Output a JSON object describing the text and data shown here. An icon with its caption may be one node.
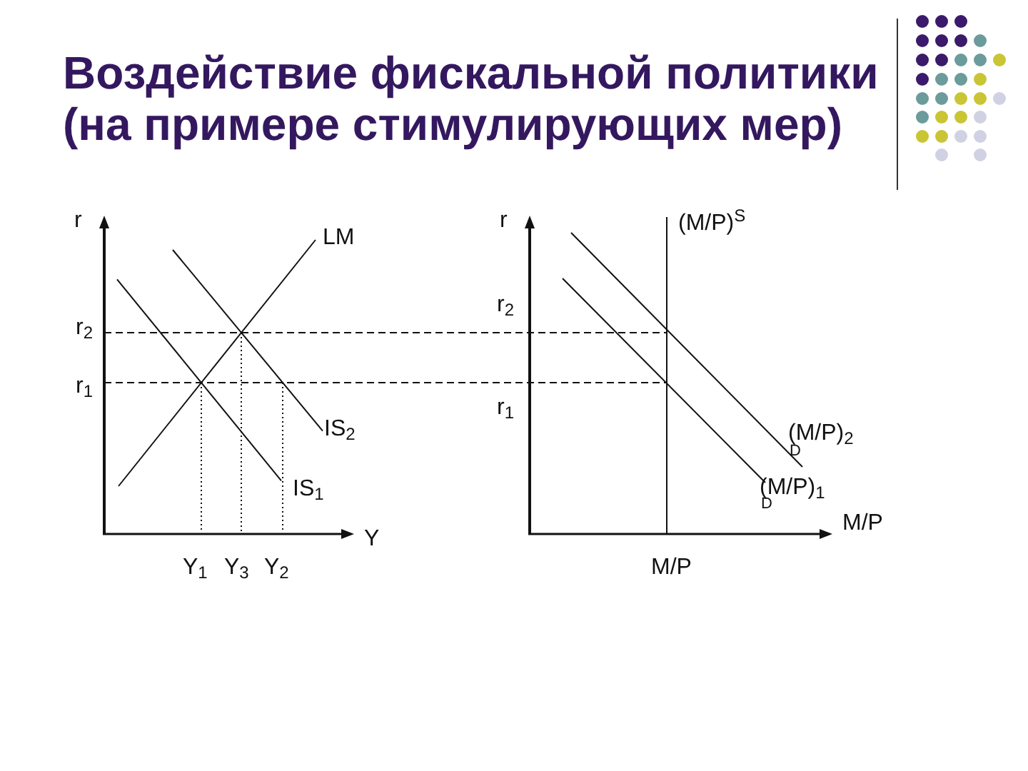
{
  "diagram": {
    "title": "Воздействие фискальной политики (на примере стимулирующих мер)",
    "labels": [
      "r",
      "LM",
      "r",
      "(M/P)$^{S}$",
      "r$_{2}$",
      "r$_{2}$",
      "r$_{1}$",
      "r$_{1}$",
      "IS$_{2}$",
      "(M/P)$_{2}$",
      "D",
      "IS$_{1}$",
      "(M/P)$_{1}$",
      "D",
      "M/P",
      "Y",
      "Y$_{1}$",
      "Y$_{3}$",
      "Y$_{2}$",
      "M/P"
    ]
  }
}
